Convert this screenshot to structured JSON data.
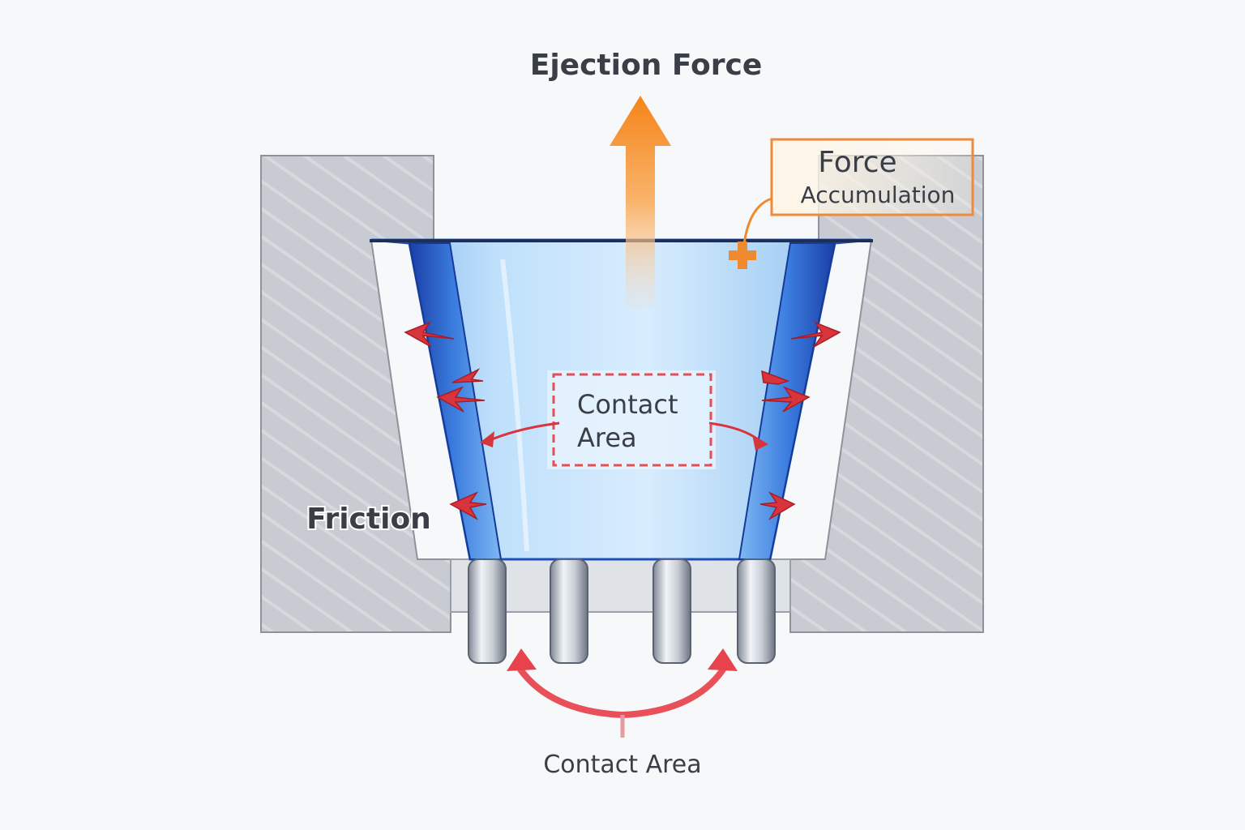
{
  "labels": {
    "ejection_force": "Ejection Force",
    "force_accumulation_line1": "Force",
    "force_accumulation_line2": "Accumulation",
    "contact_area_center_line1": "Contact",
    "contact_area_center_line2": "Area",
    "friction": "Friction",
    "contact_area_bottom": "Contact Area"
  },
  "colors": {
    "mold_steel": "#c6c9cf",
    "part_fill": "#a9d2f5",
    "part_edge": "#1f4fb5",
    "ejection_arrow": "#f58a1f",
    "friction_arrow": "#d8343c",
    "label_text": "#3a3f47"
  },
  "icons": [
    "plus-marker-icon"
  ]
}
